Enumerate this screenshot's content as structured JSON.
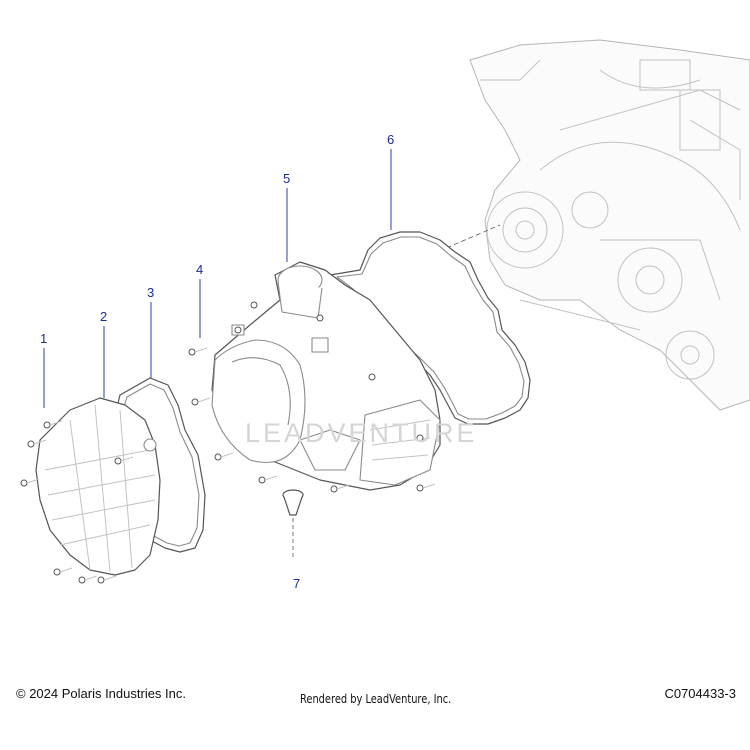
{
  "diagram": {
    "callouts": [
      "1",
      "2",
      "3",
      "4",
      "5",
      "6",
      "7"
    ],
    "watermark": "LEADVENTURE",
    "colors": {
      "callout": "#1a2a9a",
      "linework": "#555555",
      "engine": "#b5b5b5"
    }
  },
  "footer": {
    "copyright": "© 2024 Polaris Industries Inc.",
    "rendered_by": "Rendered by LeadVenture, Inc.",
    "drawing_id": "C0704433-3"
  }
}
